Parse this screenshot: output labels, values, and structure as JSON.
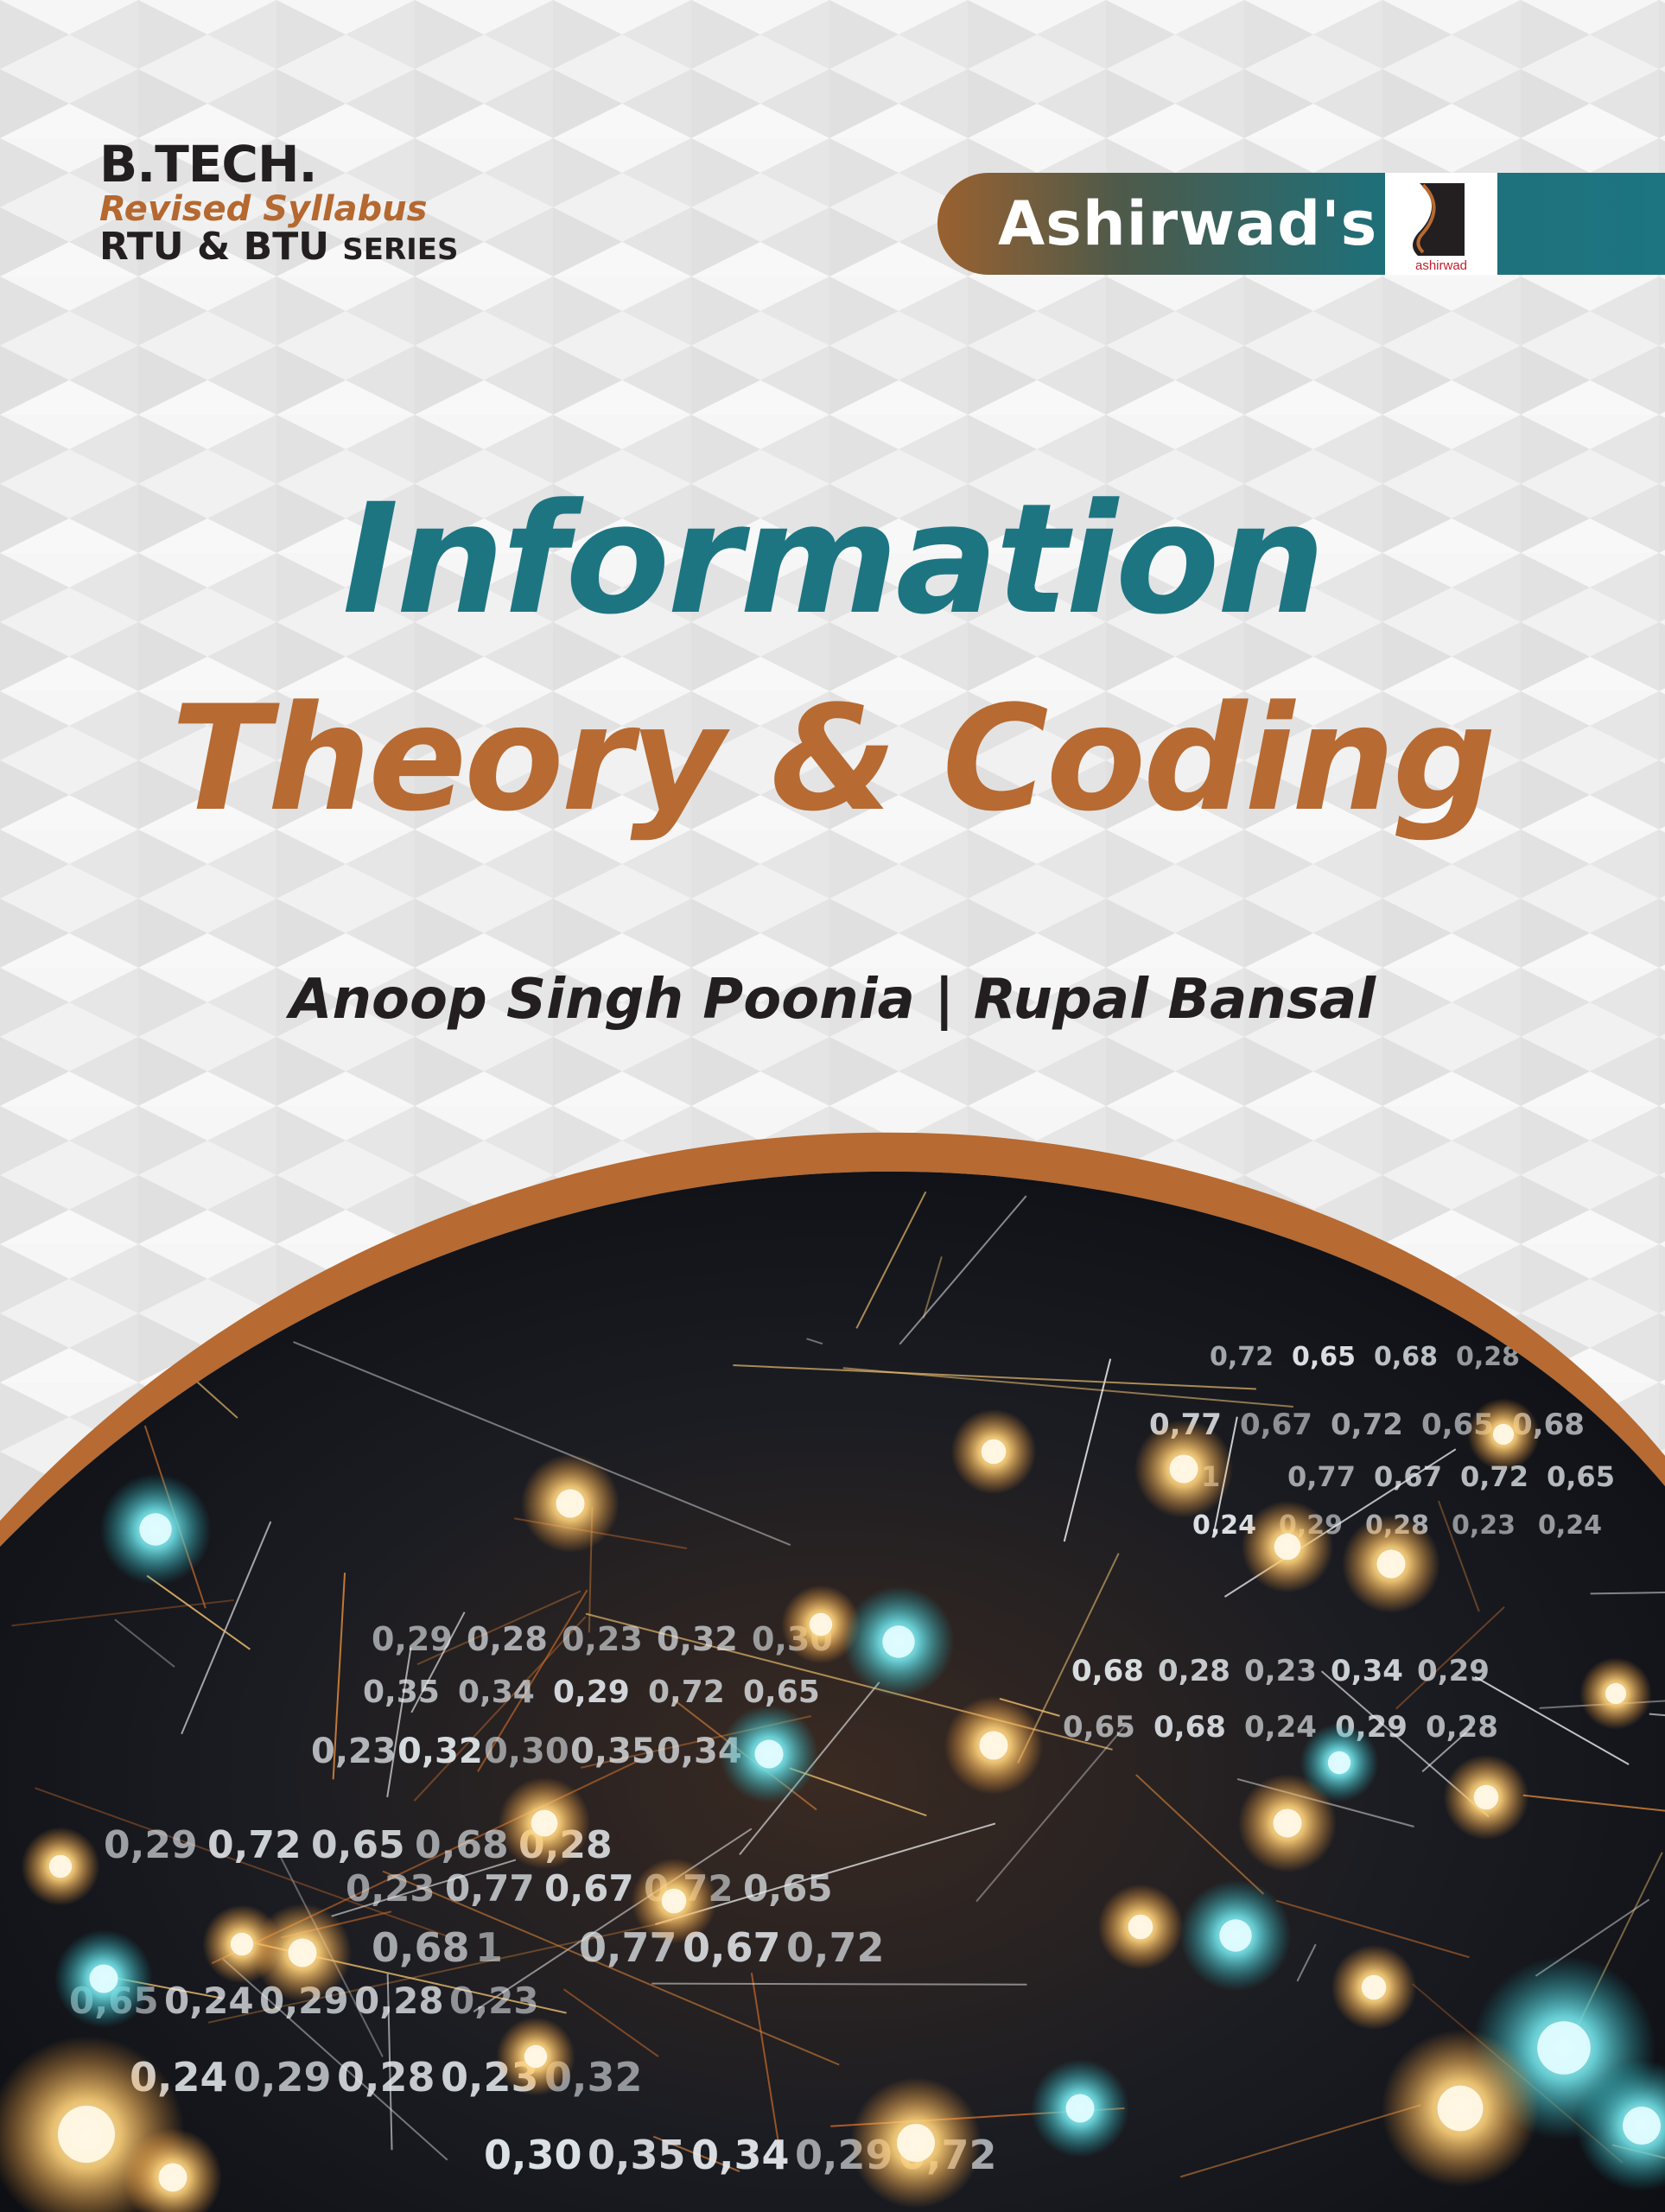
{
  "series": {
    "line1": "B.TECH.",
    "line2": "Revised Syllabus",
    "line3": "RTU & BTU",
    "line3_suffix": "SERIES"
  },
  "publisher": {
    "name": "Ashirwad's",
    "logo_text": "ashirwad"
  },
  "title": {
    "line1": "Information",
    "line2": "Theory & Coding"
  },
  "authors": "Anoop Singh Poonia | Rupal Bansal",
  "artwork": {
    "numbers": [
      "0,72",
      "0,65",
      "0,68",
      "0,28",
      "0,23",
      "0,77",
      "0,67",
      "0,72",
      "0,65",
      "0,68",
      "1",
      "0,77",
      "0,67",
      "0,72",
      "0,65",
      "0,24",
      "0,29",
      "0,28",
      "0,23",
      "0,24",
      "0,29",
      "0,28",
      "0,23",
      "0,32",
      "0,30",
      "0,35",
      "0,34",
      "0,29",
      "0,72",
      "0,65",
      "0,68",
      "0,28",
      "0,23",
      "0,34",
      "0,29",
      "0,65",
      "0,68",
      "0,24",
      "0,29",
      "0,28",
      "0,23",
      "0,32",
      "0,30",
      "0,35",
      "0,34",
      "0,29"
    ]
  },
  "colors": {
    "teal": "#1d7582",
    "copper": "#b76a32",
    "text_dark": "#231f20",
    "background": "#ededed"
  }
}
